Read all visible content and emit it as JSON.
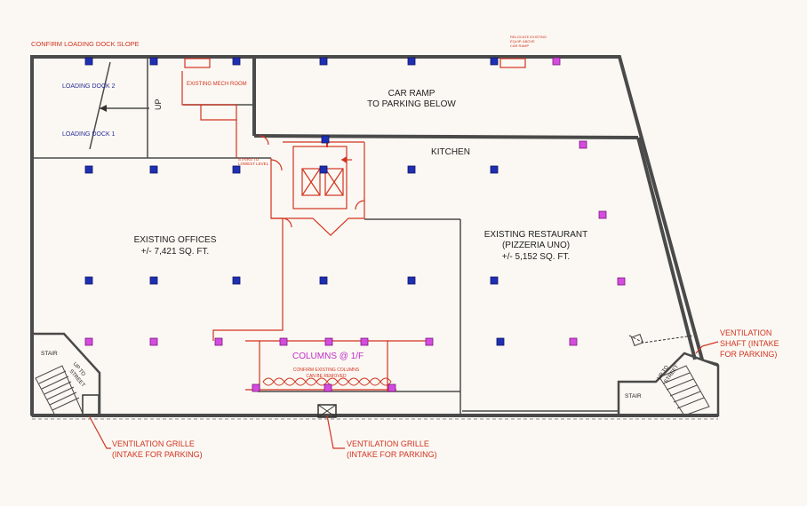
{
  "notes": {
    "loading_slope": "CONFIRM LOADING DOCK SLOPE",
    "top_right_note": [
      "RELOCATE EXISTING",
      "EQUIP. ABOVE",
      "CAR RAMP"
    ]
  },
  "rooms": {
    "loading_dock_2": "LOADING DOCK 2",
    "loading_dock_1": "LOADING DOCK 1",
    "up_label": "UP",
    "mech_room": "EXISTING MECH ROOM",
    "car_ramp": [
      "CAR RAMP",
      "TO PARKING BELOW"
    ],
    "kitchen": "KITCHEN",
    "offices": [
      "EXISTING OFFICES",
      "+/- 7,421 SQ. FT."
    ],
    "restaurant": [
      "EXISTING RESTAURANT",
      "(PIZZERIA UNO)",
      "+/- 5,152 SQ. FT."
    ],
    "stair_left": "STAIR",
    "stair_right": "STAIR",
    "up_to_street_left": [
      "UP TO",
      "STREET"
    ],
    "up_to_street_right": [
      "UP TO",
      "STREET"
    ],
    "lowest_level": [
      "STAIRS TO",
      "LOWEST LEVEL"
    ],
    "columns": "COLUMNS @ 1/F",
    "columns_note": [
      "CONFIRM EXISTING COLUMNS",
      "CAN BE REMOVED"
    ]
  },
  "callouts": {
    "vent_grille_left": [
      "VENTILATION GRILLE",
      "(INTAKE FOR PARKING)"
    ],
    "vent_grille_center": [
      "VENTILATION GRILLE",
      "(INTAKE FOR PARKING)"
    ],
    "vent_shaft": [
      "VENTILATION",
      "SHAFT (INTAKE",
      "FOR PARKING)"
    ]
  },
  "colors": {
    "wall": "#4a4a4a",
    "annotation": "#d2331f",
    "existing_column": "#1f2fb3",
    "upper_column": "#d44cde",
    "dock_label": "#2a2f9a"
  }
}
